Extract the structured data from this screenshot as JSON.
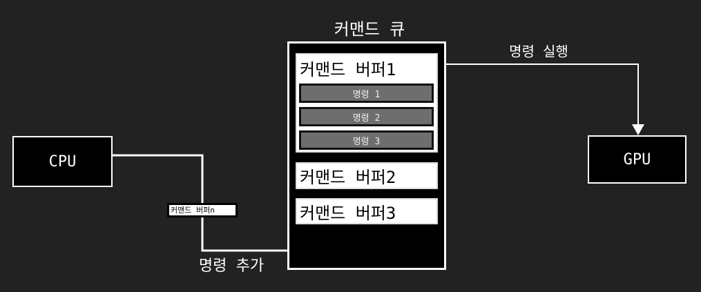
{
  "queue": {
    "title": "커맨드 큐",
    "buffers": [
      {
        "label": "커맨드 버퍼1",
        "commands": [
          "명령 1",
          "명령 2",
          "명령 3"
        ]
      },
      {
        "label": "커맨드 버퍼2"
      },
      {
        "label": "커맨드 버퍼3"
      }
    ]
  },
  "cpu": {
    "label": "CPU"
  },
  "gpu": {
    "label": "GPU"
  },
  "edges": {
    "new_buffer_label": "커맨드 버퍼n",
    "add_label": "명령 추가",
    "execute_label": "명령 실행"
  }
}
